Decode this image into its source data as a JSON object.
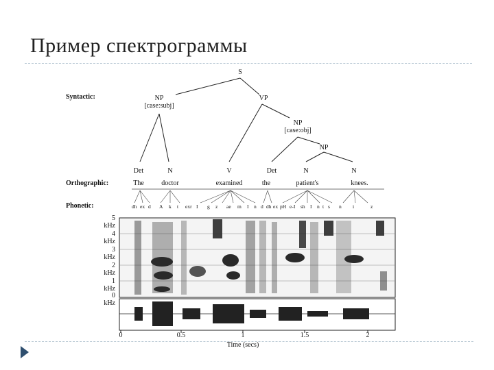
{
  "slide": {
    "title": "Пример спектрограммы"
  },
  "figure": {
    "rows": {
      "syntactic": "Syntactic:",
      "orthographic": "Orthographic:",
      "phonetic": "Phonetic:"
    },
    "tree": {
      "s": "S",
      "np_subj": "NP",
      "np_subj_feat": "[case:subj]",
      "vp": "VP",
      "np_obj": "NP",
      "np_obj_feat": "[case:obj]",
      "np_inner": "NP",
      "det1": "Det",
      "n1": "N",
      "v": "V",
      "det2": "Det",
      "n2": "N",
      "n3": "N"
    },
    "words": [
      "The",
      "doctor",
      "examined",
      "the",
      "patient's",
      "knees."
    ],
    "phones": [
      "dh",
      "ex",
      "d",
      "A",
      "k",
      "t",
      "exr",
      "I",
      "g",
      "z",
      "ae",
      "m",
      "I",
      "n",
      "d",
      "dh",
      "ex",
      "pH",
      "e-I",
      "sh",
      "I",
      "n",
      "t",
      "s",
      "n",
      "i",
      "z"
    ],
    "frequency_labels": [
      "5 kHz",
      "4 kHz",
      "3 kHz",
      "2 kHz",
      "1 kHz",
      "0 kHz"
    ],
    "time_ticks": [
      "0",
      "0.5",
      "1",
      "1.5",
      "2"
    ],
    "time_axis_label": "Time (secs)"
  }
}
